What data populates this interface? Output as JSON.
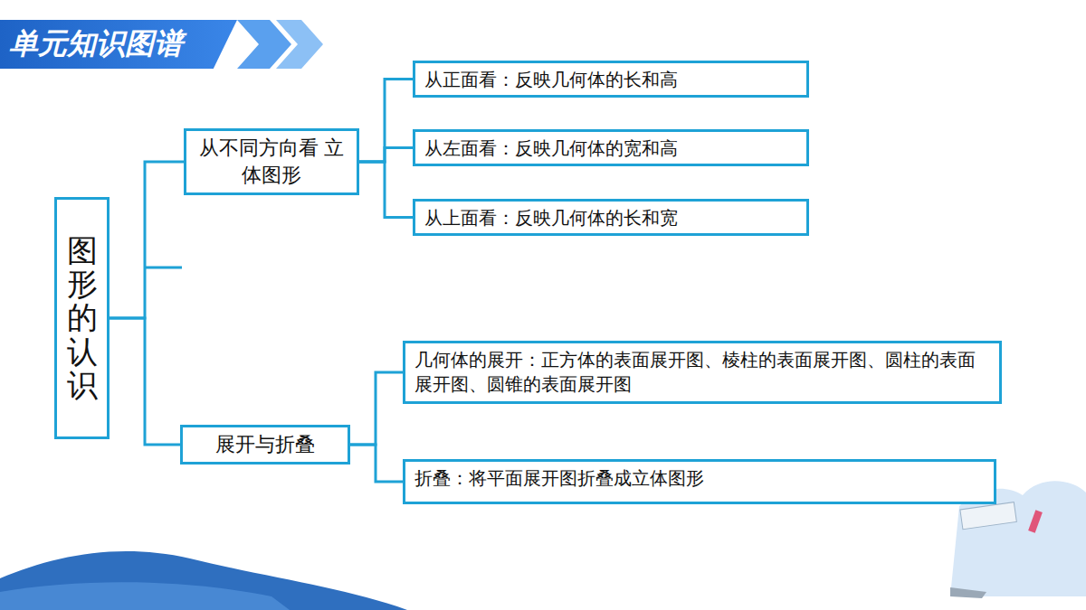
{
  "diagram": {
    "title": "单元知识图谱",
    "nodes": [
      {
        "text": [
          "图形的认识"
        ]
      },
      {
        "text": [
          "从不同方向看 立体图形"
        ]
      },
      {
        "text": [
          "从正面看：反映几何体的长和高"
        ]
      },
      {
        "text": [
          "从左面看：反映几何体的宽和高"
        ]
      },
      {
        "text": [
          "从上面看：反映几何体的长和宽"
        ]
      },
      {
        "text": [
          "展开与折叠"
        ]
      },
      {
        "text": [
          "几何体的展开：正方体的表面展开图、棱柱的表面展开图、圆柱的表面展开图、圆锥的表面展开图"
        ]
      },
      {
        "text": [
          "折叠：将平面展开图折叠成立体图形"
        ]
      }
    ],
    "edges": [
      {
        "from": 0,
        "to": 1,
        "arrow": "none"
      },
      {
        "from": 0,
        "to": 5,
        "arrow": "none"
      },
      {
        "from": 1,
        "to": 2,
        "arrow": "none"
      },
      {
        "from": 1,
        "to": 3,
        "arrow": "none"
      },
      {
        "from": 1,
        "to": 4,
        "arrow": "none"
      },
      {
        "from": 5,
        "to": 6,
        "arrow": "none"
      },
      {
        "from": 5,
        "to": 7,
        "arrow": "none"
      }
    ]
  }
}
